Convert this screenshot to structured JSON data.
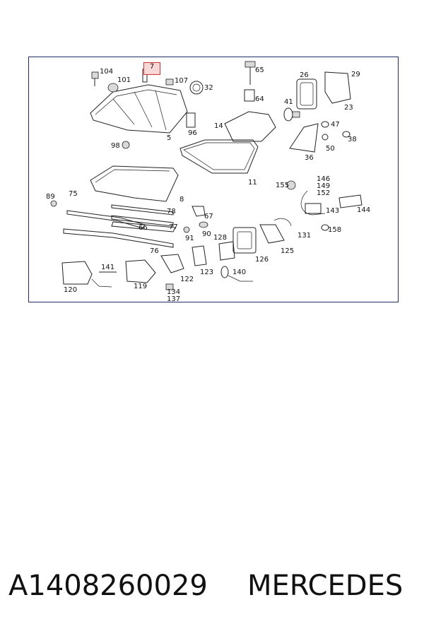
{
  "footer": {
    "part_number": "A1408260029",
    "brand": "MERCEDES"
  },
  "highlight": {
    "label": "7",
    "color": "#d33333"
  },
  "frame_color": "#1f2f66",
  "callouts": [
    "104",
    "101",
    "107",
    "32",
    "65",
    "64",
    "26",
    "29",
    "23",
    "41",
    "5",
    "96",
    "98",
    "14",
    "47",
    "38",
    "50",
    "36",
    "11",
    "155",
    "146",
    "149",
    "152",
    "143",
    "144",
    "89",
    "75",
    "78",
    "67",
    "66",
    "77",
    "91",
    "90",
    "128",
    "131",
    "158",
    "126",
    "125",
    "76",
    "141",
    "122",
    "123",
    "140",
    "120",
    "119",
    "134",
    "137",
    "8"
  ]
}
